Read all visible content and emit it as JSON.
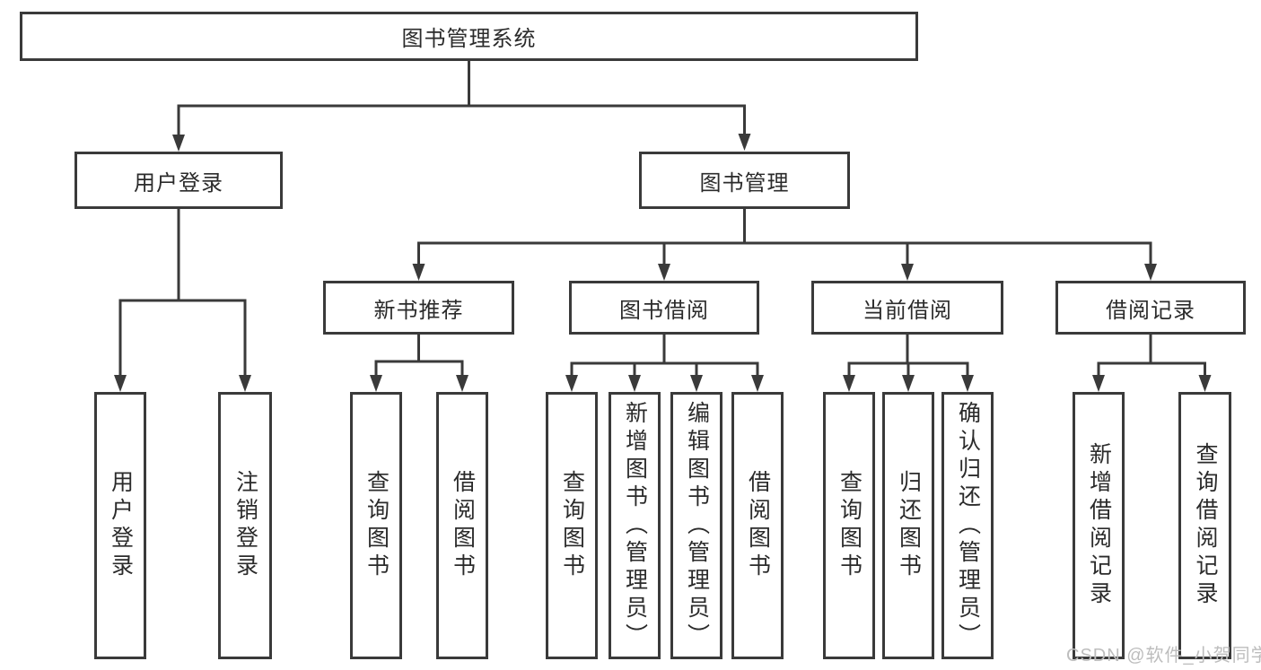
{
  "diagram_type": "hierarchy-tree",
  "colors": {
    "line": "#3a3a3a",
    "node_border": "#3a3a3a",
    "text": "#2b2b2b",
    "background": "#ffffff",
    "watermark": "#bdbdbd"
  },
  "tree": {
    "label": "图书管理系统",
    "children": [
      {
        "label": "用户登录",
        "children": [
          {
            "label": "用户登录"
          },
          {
            "label": "注销登录"
          }
        ]
      },
      {
        "label": "图书管理",
        "children": [
          {
            "label": "新书推荐",
            "children": [
              {
                "label": "查询图书"
              },
              {
                "label": "借阅图书"
              }
            ]
          },
          {
            "label": "图书借阅",
            "children": [
              {
                "label": "查询图书"
              },
              {
                "label": "新增图书（管理员）"
              },
              {
                "label": "编辑图书（管理员）"
              },
              {
                "label": "借阅图书"
              }
            ]
          },
          {
            "label": "当前借阅",
            "children": [
              {
                "label": "查询图书"
              },
              {
                "label": "归还图书"
              },
              {
                "label": "确认归还（管理员）"
              }
            ]
          },
          {
            "label": "借阅记录",
            "children": [
              {
                "label": "新增借阅记录"
              },
              {
                "label": "查询借阅记录"
              }
            ]
          }
        ]
      }
    ]
  },
  "watermark": {
    "text": "CSDN @软件_小贺同学"
  }
}
